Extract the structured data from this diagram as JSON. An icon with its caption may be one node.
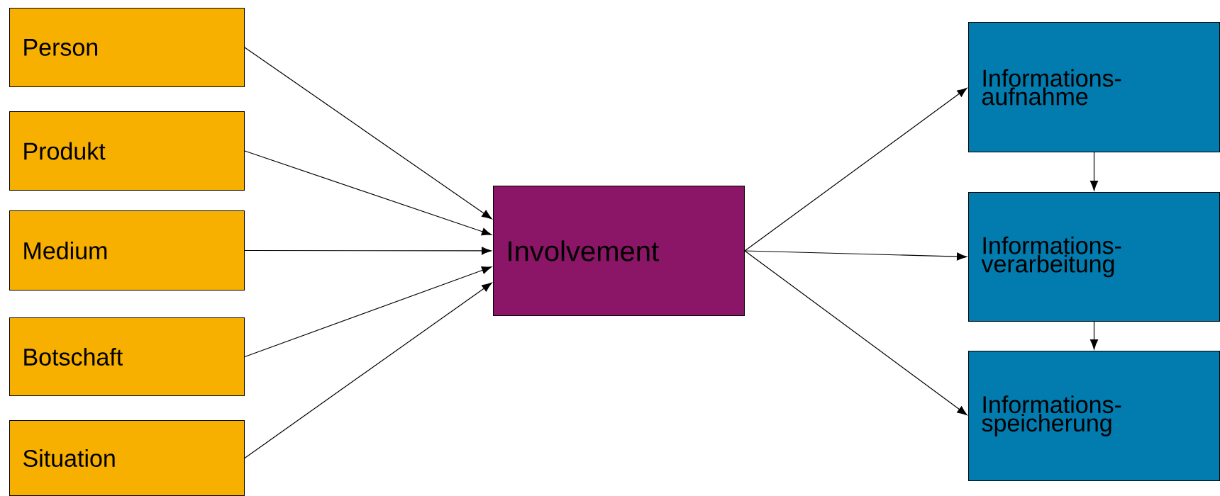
{
  "diagram": {
    "nodes": [
      {
        "text": [
          "Person"
        ]
      },
      {
        "text": [
          "Produkt"
        ]
      },
      {
        "text": [
          "Medium"
        ]
      },
      {
        "text": [
          "Botschaft"
        ]
      },
      {
        "text": [
          "Situation"
        ]
      },
      {
        "text": [
          "Involvement"
        ]
      },
      {
        "text": [
          "Informations- aufnahme"
        ]
      },
      {
        "text": [
          "Informations- verarbeitung"
        ]
      },
      {
        "text": [
          "Informations- speicherung"
        ]
      }
    ],
    "edges": [
      {
        "from": 0,
        "to": 5,
        "arrow": "to"
      },
      {
        "from": 1,
        "to": 5,
        "arrow": "to"
      },
      {
        "from": 2,
        "to": 5,
        "arrow": "to"
      },
      {
        "from": 3,
        "to": 5,
        "arrow": "to"
      },
      {
        "from": 4,
        "to": 5,
        "arrow": "to"
      },
      {
        "from": 5,
        "to": 6,
        "arrow": "to"
      },
      {
        "from": 5,
        "to": 7,
        "arrow": "to"
      },
      {
        "from": 5,
        "to": 8,
        "arrow": "to"
      },
      {
        "from": 6,
        "to": 7,
        "arrow": "to"
      },
      {
        "from": 7,
        "to": 8,
        "arrow": "to"
      }
    ]
  }
}
